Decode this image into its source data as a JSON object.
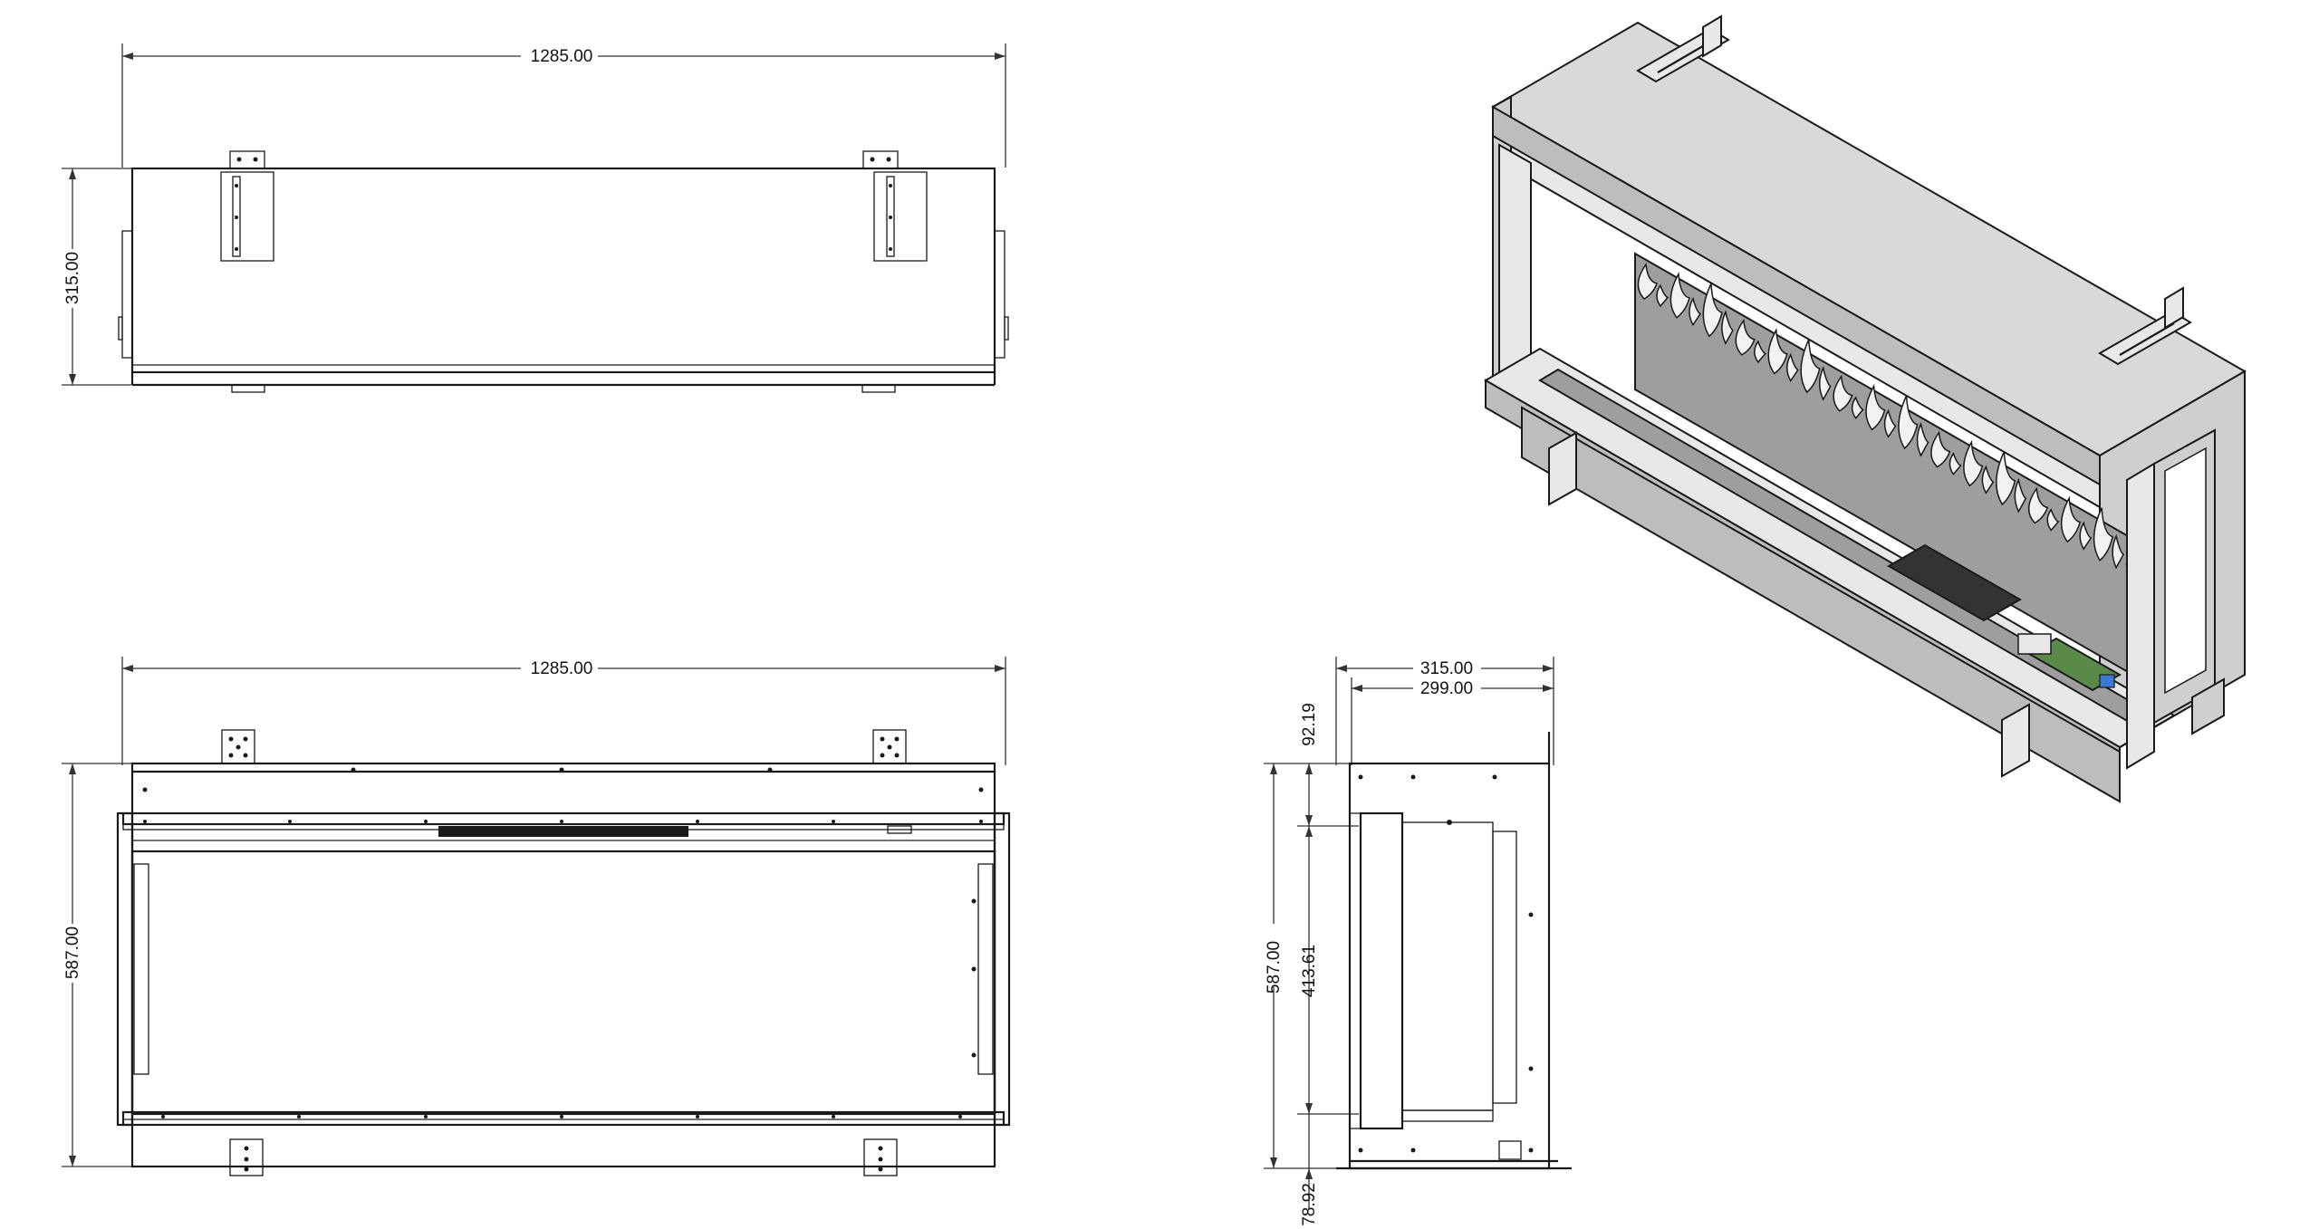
{
  "drawing": {
    "top_view": {
      "width_label": "1285.00",
      "height_label": "315.00"
    },
    "front_view": {
      "width_label": "1285.00",
      "height_label": "587.00"
    },
    "side_view": {
      "depth_outer_label": "315.00",
      "depth_inner_label": "299.00",
      "top_offset_label": "92.19",
      "height_label": "587.00",
      "opening_label": "413.61",
      "bottom_offset_label": "78.92"
    }
  }
}
